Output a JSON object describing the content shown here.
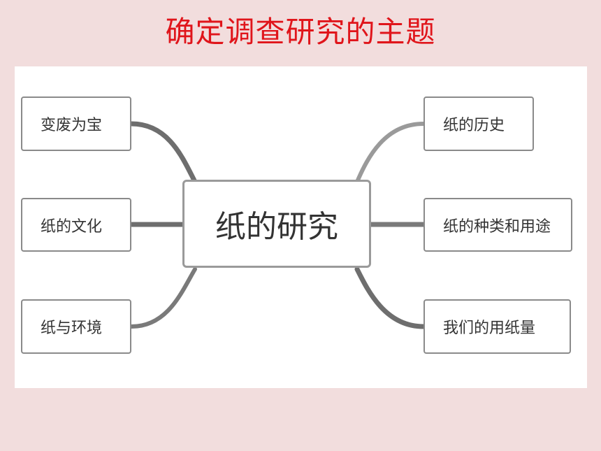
{
  "title": "确定调查研究的主题",
  "diagram": {
    "center": "纸的研究",
    "left_nodes": [
      "变废为宝",
      "纸的文化",
      "纸与环境"
    ],
    "right_nodes": [
      "纸的历史",
      "纸的种类和用途",
      "我们的用纸量"
    ]
  },
  "colors": {
    "background": "#f2dddd",
    "title": "#e0151b",
    "panel": "#ffffff",
    "connector": "#6e6e6e"
  }
}
